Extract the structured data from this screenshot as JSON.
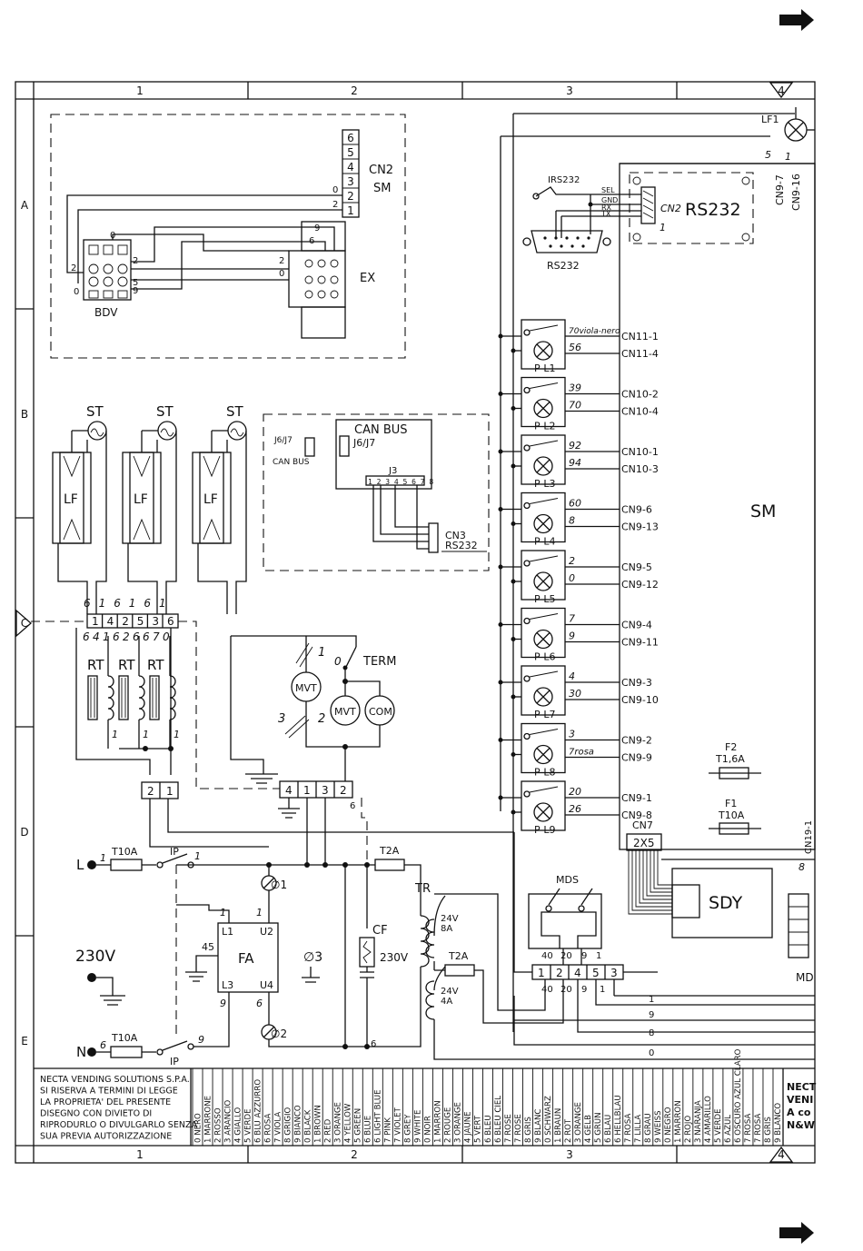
{
  "grid": {
    "columns": [
      "1",
      "2",
      "3",
      "4"
    ],
    "rows": [
      "A",
      "B",
      "C",
      "D",
      "E"
    ]
  },
  "labels": {
    "cn2_sm": "CN2",
    "sm_small": "SM",
    "sm_big": "SM",
    "ex": "EX",
    "bdv": "BDV",
    "cn2_pins": [
      "6",
      "5",
      "4",
      "3",
      "2",
      "1"
    ],
    "irs232": "IRS232",
    "rs232_conn": "RS232",
    "rs232_box": "RS232",
    "cn2_rs": "CN2",
    "sel": "SEL",
    "gnd": "GND",
    "rx": "RX",
    "tx": "TX",
    "lf1": "LF1",
    "cn9_7": "CN9-7",
    "cn9_16": "CN9-16",
    "can_bus": "CAN BUS",
    "j6j7": "J6/J7",
    "j6j7_left": "J6/J7",
    "can_bus_left": "CAN BUS",
    "j3": "J3",
    "j3_pins": "1 2 3 4 5 6 7 8",
    "cn3": "CN3",
    "rs232_cn3": "RS232",
    "st": "ST",
    "lf": "LF",
    "rt": "RT",
    "mvt": "MVT",
    "com": "COM",
    "term": "TERM",
    "fa": "FA",
    "cf": "CF",
    "tr": "TR",
    "v230": "230V",
    "v230_main": "230V",
    "t10a": "T10A",
    "t2a": "T2A",
    "ip": "IP",
    "mds": "MDS",
    "sdy": "SDY",
    "cn7": "CN7",
    "x2x5": "2X5",
    "f2": "F2",
    "f2_val": "T1,6A",
    "f1": "F1",
    "f1_val": "T10A",
    "v24_8": "24V",
    "a8": "8A",
    "v24_4": "24V",
    "a4": "4A",
    "md": "MD",
    "cn19": "CN19-1",
    "line_l": "L",
    "line_n": "N"
  },
  "lamps": [
    {
      "name": "P-L1",
      "w1": "70viola-nero",
      "w2": "56",
      "c1": "CN11-1",
      "c2": "CN11-4"
    },
    {
      "name": "P-L2",
      "w1": "39",
      "w2": "70",
      "c1": "CN10-2",
      "c2": "CN10-4"
    },
    {
      "name": "P-L3",
      "w1": "92",
      "w2": "94",
      "c1": "CN10-1",
      "c2": "CN10-3"
    },
    {
      "name": "P-L4",
      "w1": "60",
      "w2": "8",
      "c1": "CN9-6",
      "c2": "CN9-13"
    },
    {
      "name": "P-L5",
      "w1": "2",
      "w2": "0",
      "c1": "CN9-5",
      "c2": "CN9-12"
    },
    {
      "name": "P-L6",
      "w1": "7",
      "w2": "9",
      "c1": "CN9-4",
      "c2": "CN9-11"
    },
    {
      "name": "P-L7",
      "w1": "4",
      "w2": "30",
      "c1": "CN9-3",
      "c2": "CN9-10"
    },
    {
      "name": "P-L8",
      "w1": "3",
      "w2": "7rosa",
      "c1": "CN9-2",
      "c2": "CN9-9"
    },
    {
      "name": "P-L9",
      "w1": "20",
      "w2": "26",
      "c1": "CN9-1",
      "c2": "CN9-8"
    }
  ],
  "terminals": {
    "strip_c_top": [
      "6",
      "1",
      "6",
      "1",
      "6",
      "1"
    ],
    "strip_c": [
      "1",
      "4",
      "2",
      "5",
      "3",
      "6"
    ],
    "strip_c_bottom": [
      "6",
      "4",
      "1",
      "6",
      "2",
      "6",
      "6",
      "7",
      "0"
    ],
    "strip_21": [
      "2",
      "1"
    ],
    "strip_4132": [
      "4",
      "1",
      "3",
      "2"
    ],
    "strip_12453": [
      "1",
      "2",
      "4",
      "5",
      "3"
    ],
    "mds_nums": [
      "40",
      "20",
      "9",
      "1"
    ],
    "mds_nums_low": [
      "40",
      "20",
      "9",
      "1"
    ]
  },
  "wire_numbers": {
    "n45": "45",
    "n9a": "9",
    "n6a": "6",
    "n1a": "1",
    "n1b": "1",
    "fa_l1": "L1",
    "fa_u2": "U2",
    "fa_l3": "L3",
    "fa_u4": "U4",
    "sym1": "∅1",
    "sym2": "∅2",
    "sym3": "∅3",
    "mvt1": "1",
    "mvt2": "2",
    "mvt3": "3",
    "term0": "0",
    "rt1": "1",
    "rt2": "1",
    "rt3": "1",
    "right": [
      "1",
      "9",
      "8",
      "0"
    ],
    "n6strip": "6",
    "n6bot": "6",
    "n5": "5",
    "n1lf": "1",
    "n8": "8",
    "cn2_0": "0",
    "cn2_2": "2",
    "ex2": "2",
    "ex0": "0",
    "ex9": "9",
    "ex6": "6",
    "bdv2": "2",
    "bdv0": "0",
    "bdv2b": "2",
    "bdv5": "5",
    "bdv9": "9",
    "bdv0b": "0",
    "l1": "1",
    "l2": "1",
    "n6": "6",
    "n9": "9",
    "cn2rs1": "1"
  },
  "legend_notice": [
    "NECTA VENDING SOLUTIONS S.P.A.",
    "SI RISERVA A TERMINI DI LEGGE",
    "LA PROPRIETA' DEL PRESENTE",
    "DISEGNO CON DIVIETO DI",
    "RIPRODURLO O DIVULGARLO SENZA",
    "SUA PREVIA AUTORIZZAZIONE"
  ],
  "legend_colors": [
    "0 NERO",
    "1 MARRONE",
    "2 ROSSO",
    "3 ARANCIO",
    "4 GIALLO",
    "5 VERDE",
    "6 BLU AZZURRO",
    "6 ROSA",
    "7 VIOLA",
    "8 GRIGIO",
    "9 BIANCO",
    "0 BLACK",
    "1 BROWN",
    "2 RED",
    "3 ORANGE",
    "4 YELLOW",
    "5 GREEN",
    "6 BLUE",
    "6 LIGHT BLUE",
    "7 PINK",
    "7 VIOLET",
    "8 GREY",
    "9 WHITE",
    "0 NOIR",
    "1 MARRON",
    "2 ROUGE",
    "3 ORANGE",
    "4 JAUNE",
    "5 VERT",
    "6 BLEU",
    "6 BLEU CIEL",
    "7 ROSE",
    "7 ROSE",
    "8 GRIS",
    "9 BLANC",
    "0 SCHWARZ",
    "1 BRAUN",
    "2 ROT",
    "3 ORANGE",
    "4 GELB",
    "5 GRÜN",
    "6 BLAU",
    "6 HELLBLAU",
    "7 ROSA",
    "7 LILLA",
    "8 GRAU",
    "9 WEISS",
    "0 NEGRO",
    "1 MARRON",
    "2 ROJO",
    "3 NARANJA",
    "4 AMARILLO",
    "5 VERDE",
    "6 AZUL",
    "6 OSCURO AZUL CLARO",
    "7 ROSA",
    "7 ROSA",
    "8 GRIS",
    "9 BLANCO"
  ],
  "company": [
    "NECT",
    "VENI",
    "A co",
    "N&W"
  ]
}
